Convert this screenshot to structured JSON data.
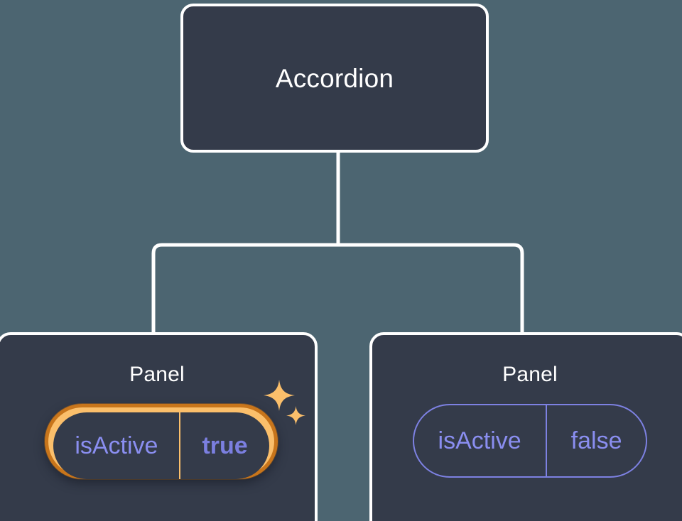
{
  "diagram": {
    "type": "component-tree",
    "background_color": "#4c6571",
    "node_fill_color": "#343b4a",
    "node_border_color": "#ffffff",
    "connector_color": "#ffffff",
    "highlight_ring_outer_color": "#c8751b",
    "highlight_ring_inner_color": "#fbbf6b",
    "prop_text_color": "#8a8ef0",
    "prop_border_color": "#7d81e2",
    "sparkle_color": "#fbbf6b"
  },
  "root": {
    "title": "Accordion"
  },
  "children": [
    {
      "title": "Panel",
      "highlighted": true,
      "prop": {
        "key": "isActive",
        "value": "true"
      },
      "sparkle_icons": [
        "sparkle-large-icon",
        "sparkle-small-icon"
      ]
    },
    {
      "title": "Panel",
      "highlighted": false,
      "prop": {
        "key": "isActive",
        "value": "false"
      }
    }
  ]
}
